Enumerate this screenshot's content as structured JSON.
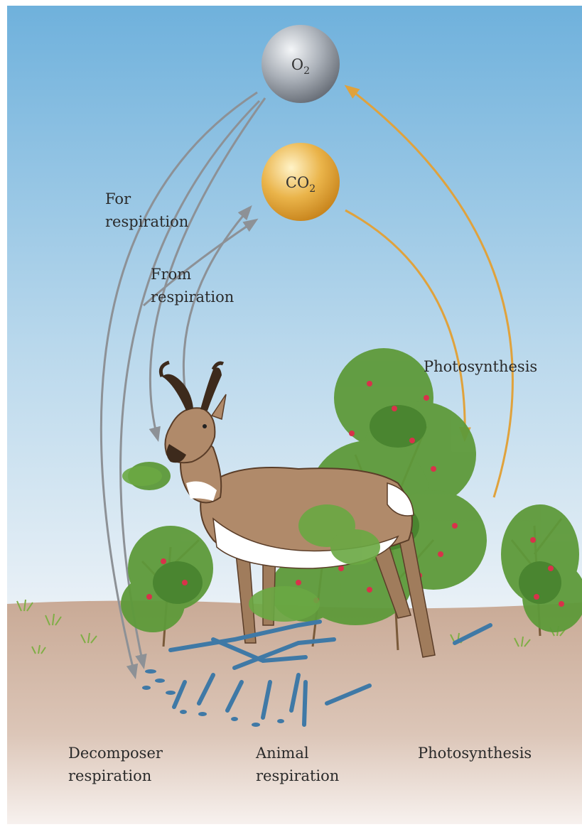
{
  "molecules": {
    "o2": {
      "symbol": "O",
      "subscript": "2",
      "color": "#8a9099"
    },
    "co2": {
      "symbol": "CO",
      "subscript": "2",
      "color": "#e6a93a"
    }
  },
  "labels": {
    "for_respiration": [
      "For",
      "respiration"
    ],
    "from_respiration": [
      "From",
      "respiration"
    ],
    "photosynthesis_arrow": "Photosynthesis"
  },
  "bottom_labels": {
    "decomposer": [
      "Decomposer",
      "respiration"
    ],
    "animal": [
      "Animal",
      "respiration"
    ],
    "photosynthesis": "Photosynthesis"
  },
  "colors": {
    "sky_top": "#6fb1dc",
    "sky_bottom": "#ecf2f7",
    "ground": "#c9aa96",
    "respiration_arrow": "#8d9196",
    "photosynthesis_arrow": "#e0a23c",
    "antelope": "#b08a6a",
    "shrub_leaf": "#5e9a3a",
    "berries": "#d8324a",
    "decomposer_debris": "#3f79a6"
  }
}
